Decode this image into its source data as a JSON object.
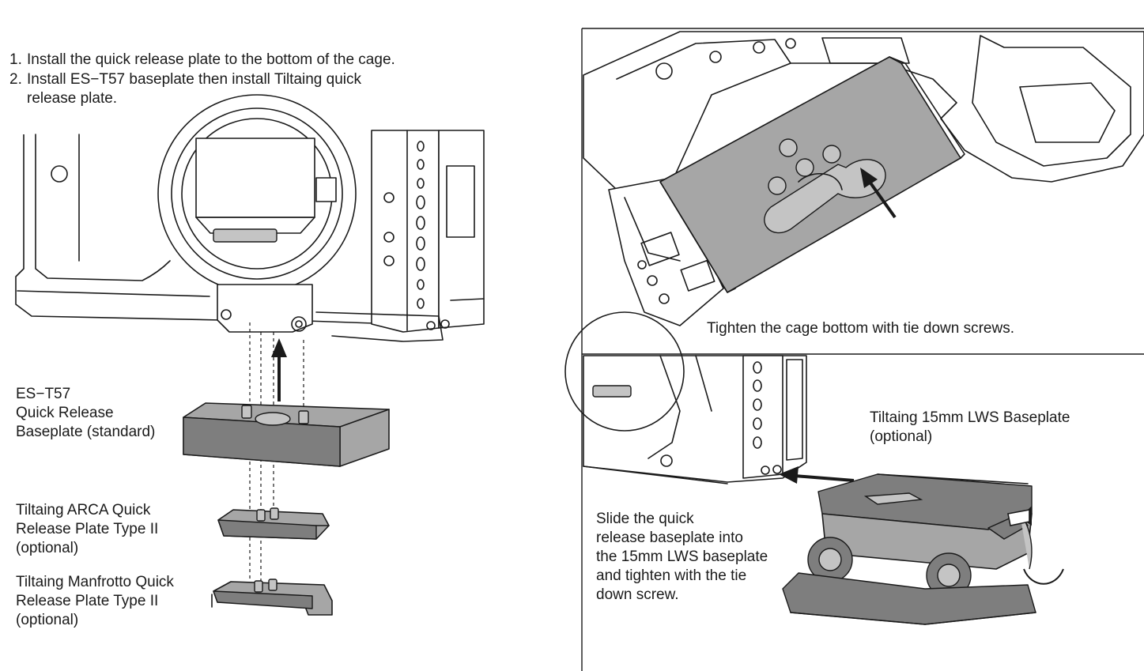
{
  "instructions": {
    "step1": {
      "number": "1.",
      "text": "Install the quick release plate to the bottom of the cage."
    },
    "step2": {
      "number": "2.",
      "line1": "Install ES−T57 baseplate then install Tiltaing quick",
      "line2": "release plate."
    }
  },
  "labels": {
    "baseplate": {
      "line1": "ES−T57",
      "line2": "Quick Release",
      "line3": "Baseplate (standard)"
    },
    "arca_plate": {
      "line1": "Tiltaing ARCA Quick",
      "line2": "Release Plate Type II",
      "line3": "(optional)"
    },
    "manfrotto_plate": {
      "line1": "Tiltaing Manfrotto Quick",
      "line2": "Release Plate Type II",
      "line3": "(optional)"
    },
    "tighten_note": "Tighten the cage bottom with tie down screws.",
    "lws_baseplate": {
      "line1": "Tiltaing 15mm LWS Baseplate",
      "line2": "(optional)"
    },
    "slide_note": {
      "line1": "Slide the quick",
      "line2": "release baseplate into",
      "line3": "the 15mm LWS baseplate",
      "line4": "and tighten with the tie",
      "line5": "down screw."
    }
  },
  "colors": {
    "line": "#1a1a1a",
    "plate_gray": "#a6a6a6",
    "dark_gray": "#7e7e7e",
    "background": "#ffffff"
  }
}
